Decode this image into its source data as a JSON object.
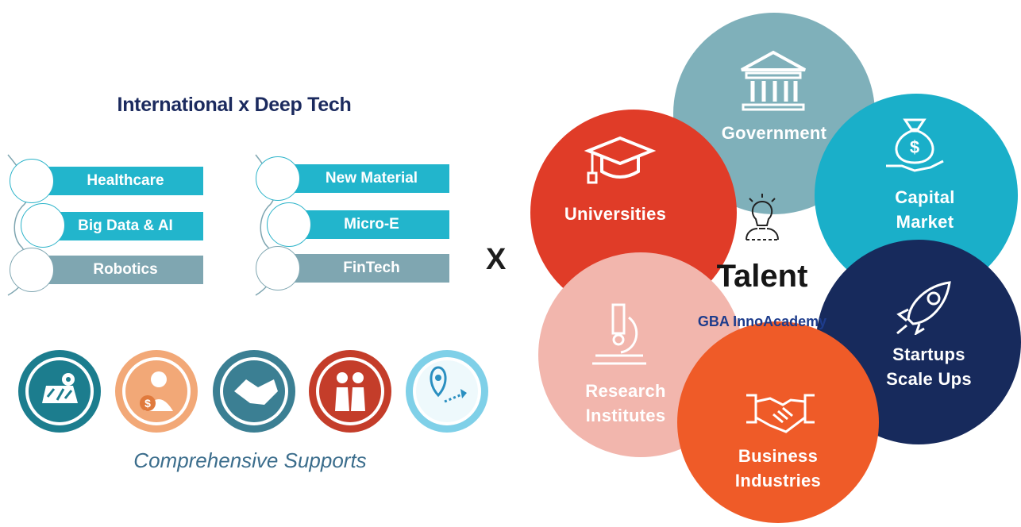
{
  "left_panel": {
    "title": "International x Deep Tech",
    "sectors_left": [
      "Healthcare",
      "Big Data & AI",
      "Robotics"
    ],
    "sectors_right": [
      "New Material",
      "Micro-E",
      "FinTech"
    ],
    "support_icons": [
      "map-location-icon",
      "investor-dollar-icon",
      "handshake-icon",
      "people-meeting-icon",
      "location-pin-arrow-icon"
    ],
    "support_caption": "Comprehensive Supports"
  },
  "connector": "X",
  "ecosystem": {
    "center": {
      "label": "Talent",
      "sublabel": "GBA InnoAcademy",
      "icon": "lightbulb-head-icon"
    },
    "segments": [
      {
        "label": "Government",
        "icon": "government-building-icon",
        "color": "#7fb0ba"
      },
      {
        "label": "Universities",
        "icon": "graduation-cap-icon",
        "color": "#e03c28"
      },
      {
        "label": "Capital Market",
        "icon": "money-bag-icon",
        "color": "#1aafc9"
      },
      {
        "label": "Startups Scale Ups",
        "icon": "rocket-icon",
        "color": "#172a5c"
      },
      {
        "label": "Research Institutes",
        "icon": "microscope-icon",
        "color": "#f2b6ad"
      },
      {
        "label": "Business Industries",
        "icon": "handshake-icon",
        "color": "#ef5b28"
      }
    ]
  },
  "colors": {
    "teal": "#22b5cc",
    "grey_teal": "#7fa6b1",
    "navy": "#1b2a5e"
  }
}
